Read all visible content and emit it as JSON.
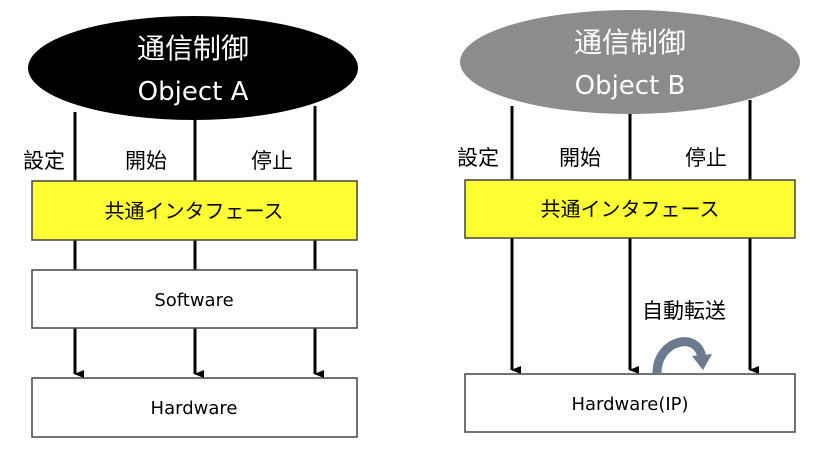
{
  "left": {
    "object_title": "通信制御",
    "object_name": "Object A",
    "labels": [
      "設定",
      "開始",
      "停止"
    ],
    "interface": "共通インタフェース",
    "software": "Software",
    "hardware": "Hardware"
  },
  "right": {
    "object_title": "通信制御",
    "object_name": "Object B",
    "labels": [
      "設定",
      "開始",
      "停止"
    ],
    "interface": "共通インタフェース",
    "auto_transfer": "自動転送",
    "hardware": "Hardware(IP)"
  },
  "colors": {
    "object_a": "#000000",
    "object_b": "#8c8c8c",
    "interface": "#ffff33",
    "loop_arrow": "#6b7a8f"
  }
}
